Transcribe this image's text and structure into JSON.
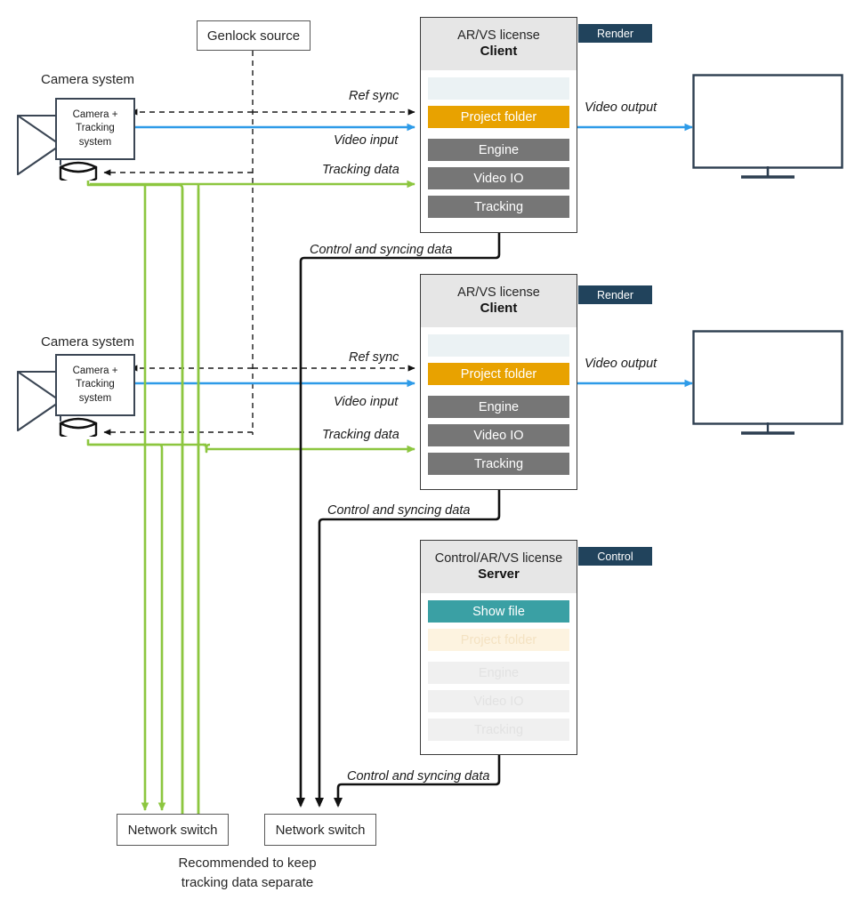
{
  "diagram": {
    "title": "AR/VS multi-client network topology",
    "colors": {
      "project_folder": "#e8a200",
      "show_file": "#3aa0a4",
      "module_grey": "#767676",
      "badge_navy": "#21435c",
      "video_blue": "#2e9be8",
      "tracking_green": "#8cc63f",
      "control_black": "#111111",
      "head_grey": "#e6e6e6",
      "empty_slot": "#ebf2f4",
      "monitor_outline": "#2d3e50"
    },
    "genlock": {
      "label": "Genlock source"
    },
    "cameras": [
      {
        "system_label": "Camera system",
        "body_lines": [
          "Camera +",
          "Tracking",
          "system"
        ]
      },
      {
        "system_label": "Camera system",
        "body_lines": [
          "Camera +",
          "Tracking",
          "system"
        ]
      }
    ],
    "clients": [
      {
        "license": "AR/VS license",
        "role": "Client",
        "badge": "Render",
        "rows": [
          {
            "label": "",
            "style": "empty-show"
          },
          {
            "label": "Project folder",
            "style": "project"
          },
          {
            "label": "Engine",
            "style": "grey"
          },
          {
            "label": "Video IO",
            "style": "grey"
          },
          {
            "label": "Tracking",
            "style": "grey"
          }
        ]
      },
      {
        "license": "AR/VS license",
        "role": "Client",
        "badge": "Render",
        "rows": [
          {
            "label": "",
            "style": "empty-show"
          },
          {
            "label": "Project folder",
            "style": "project"
          },
          {
            "label": "Engine",
            "style": "grey"
          },
          {
            "label": "Video IO",
            "style": "grey"
          },
          {
            "label": "Tracking",
            "style": "grey"
          }
        ]
      }
    ],
    "server": {
      "license": "Control/AR/VS license",
      "role": "Server",
      "badge": "Control",
      "rows": [
        {
          "label": "Show file",
          "style": "showfile"
        },
        {
          "label": "Project folder",
          "style": "ghost-project"
        },
        {
          "label": "Engine",
          "style": "ghost-grey"
        },
        {
          "label": "Video IO",
          "style": "ghost-grey"
        },
        {
          "label": "Tracking",
          "style": "ghost-grey"
        }
      ]
    },
    "switches": [
      {
        "label": "Network switch"
      },
      {
        "label": "Network switch"
      }
    ],
    "wire_labels": {
      "ref_sync_1": "Ref sync",
      "video_input_1": "Video input",
      "tracking_data_1": "Tracking data",
      "video_output_1": "Video output",
      "control_sync_1": "Control and syncing data",
      "ref_sync_2": "Ref sync",
      "video_input_2": "Video input",
      "tracking_data_2": "Tracking data",
      "video_output_2": "Video output",
      "control_sync_2": "Control and syncing data",
      "control_sync_3": "Control and syncing data"
    },
    "caption": "Recommended to keep\ntracking data separate",
    "monitors": [
      {
        "name": "video-output-monitor-1"
      },
      {
        "name": "video-output-monitor-2"
      }
    ]
  }
}
